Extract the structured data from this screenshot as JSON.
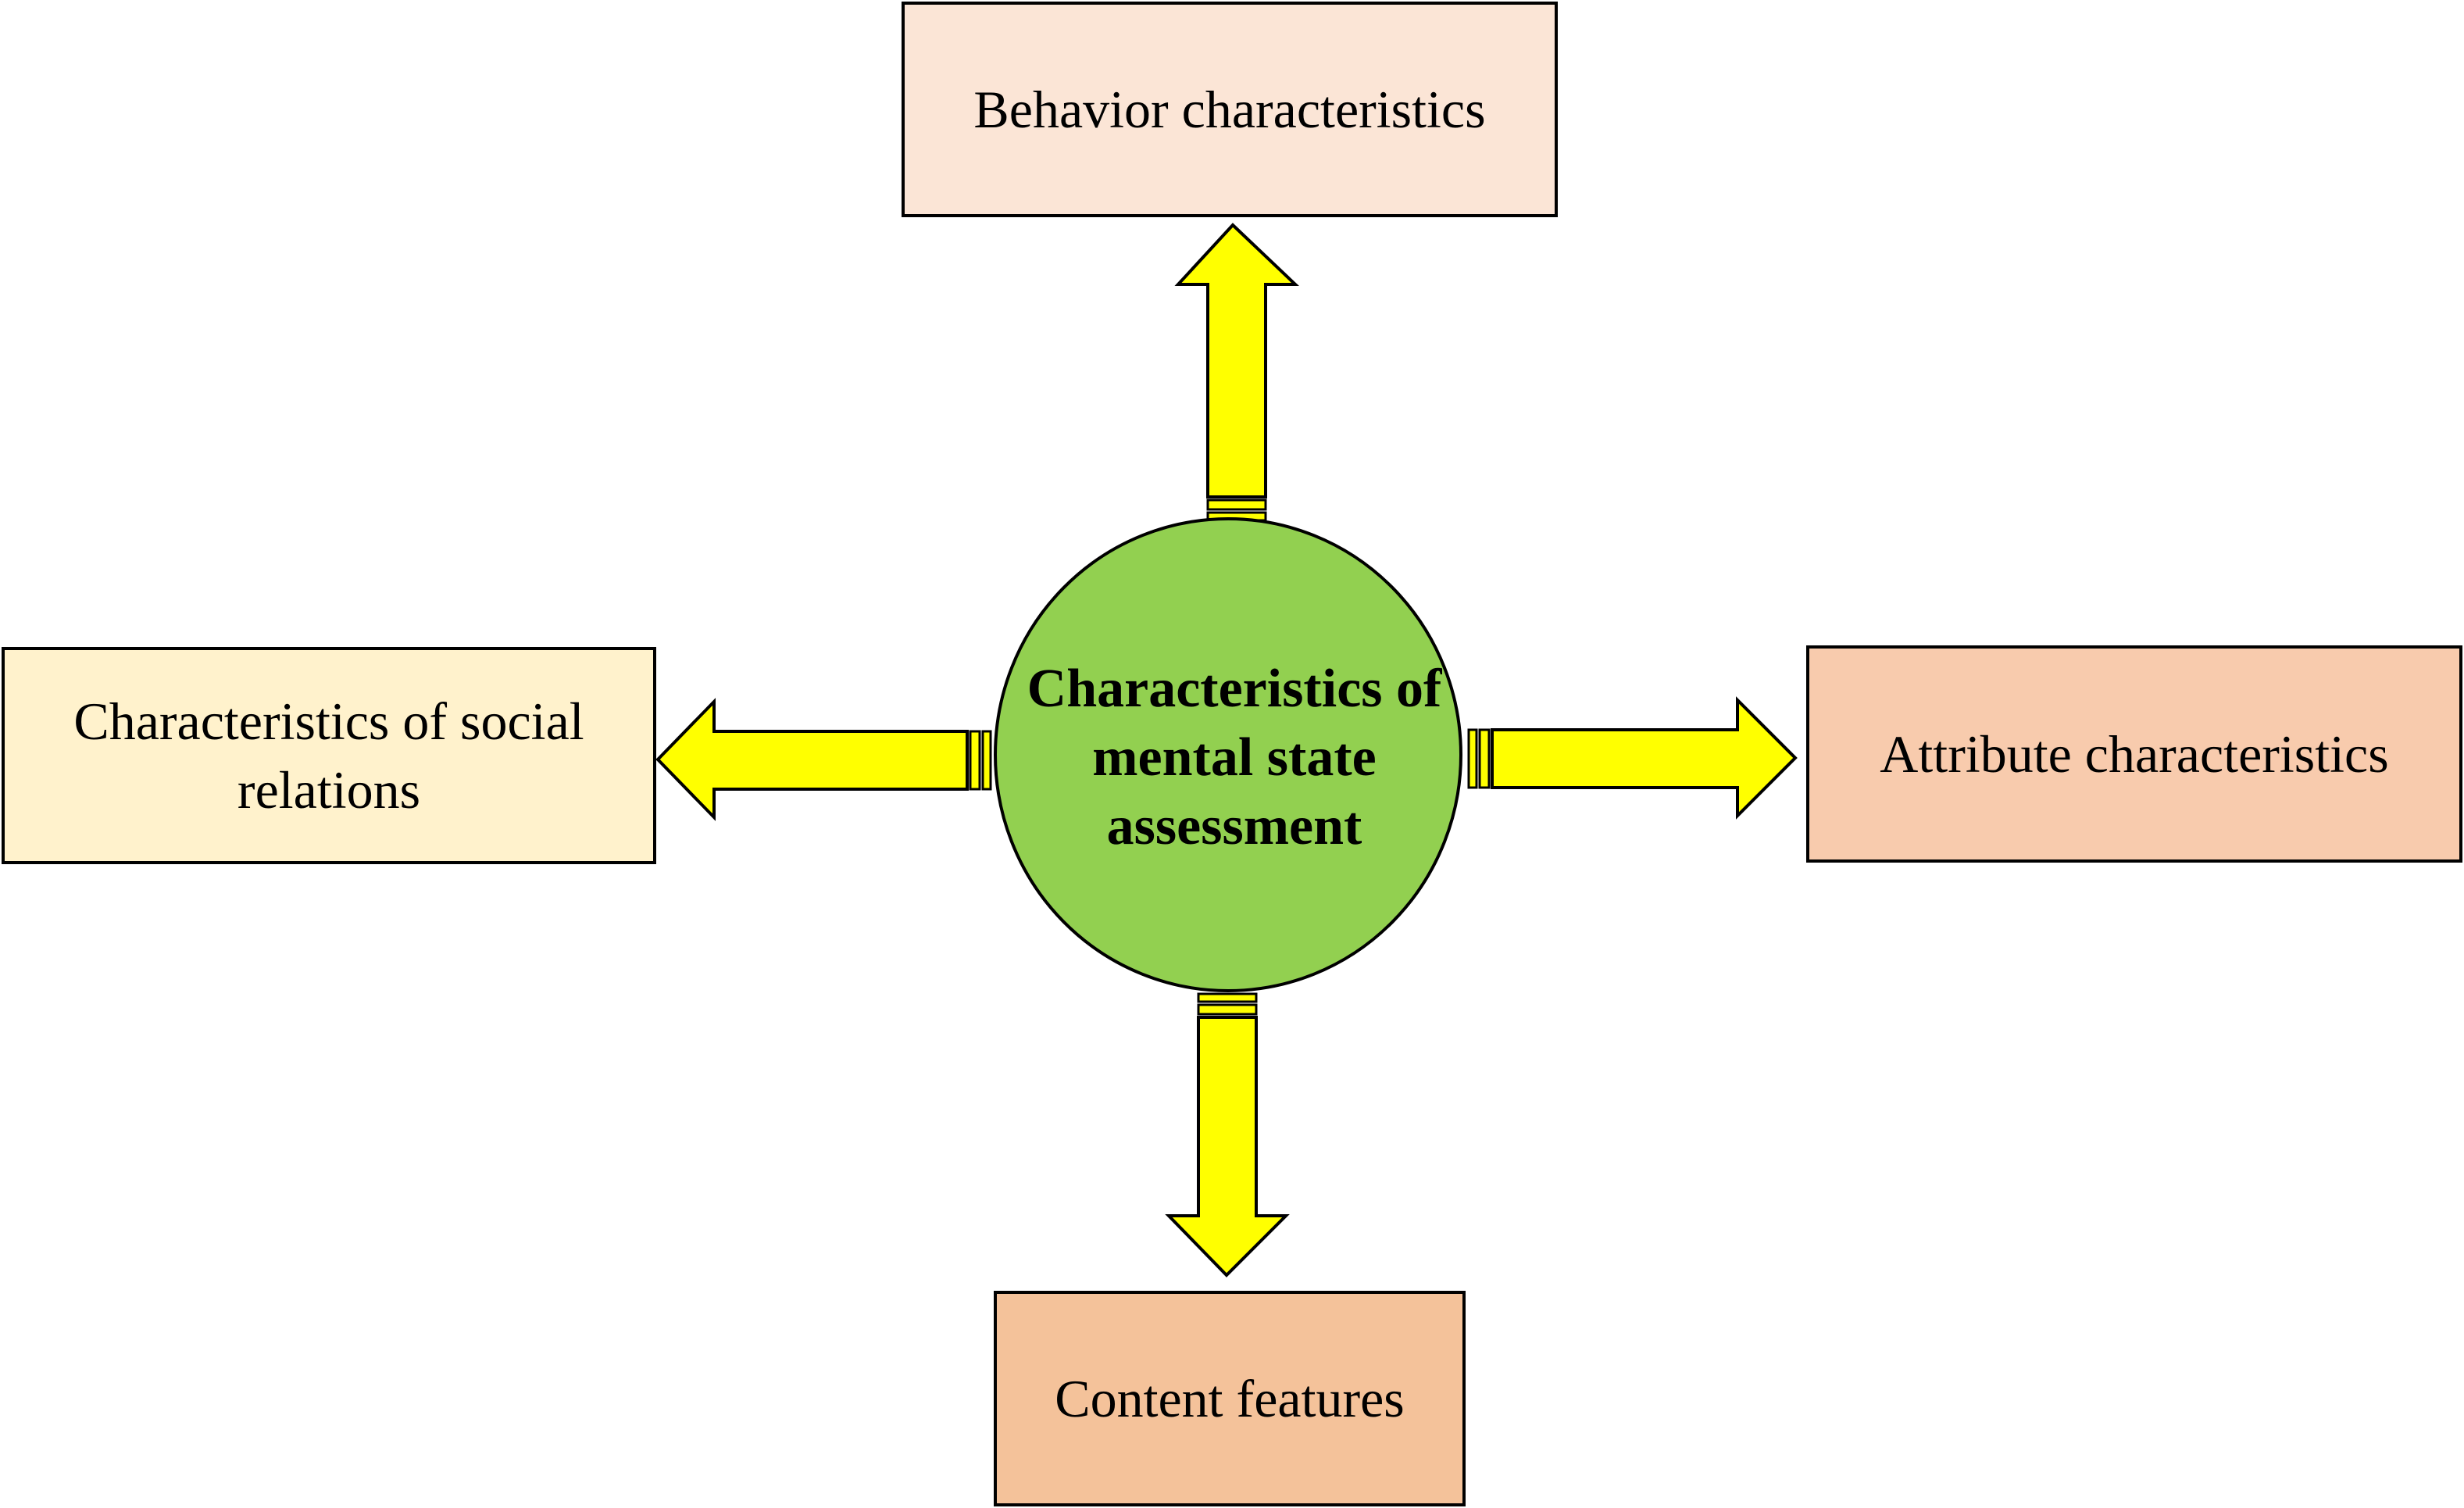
{
  "diagram": {
    "center": {
      "label": "Characteristics of mental state assessment",
      "fill_color": "#92d050"
    },
    "arrow_color": "#ffff00",
    "nodes": {
      "top": {
        "label": "Behavior characteristics",
        "fill_color": "#fbe5d6"
      },
      "left": {
        "label": "Characteristics of social relations",
        "fill_color": "#fff2cc"
      },
      "right": {
        "label": "Attribute characteristics",
        "fill_color": "#f8cbad"
      },
      "bottom": {
        "label": "Content features",
        "fill_color": "#f4c29a"
      }
    },
    "edges": [
      {
        "from": "center",
        "to": "top"
      },
      {
        "from": "center",
        "to": "left"
      },
      {
        "from": "center",
        "to": "right"
      },
      {
        "from": "center",
        "to": "bottom"
      }
    ]
  }
}
